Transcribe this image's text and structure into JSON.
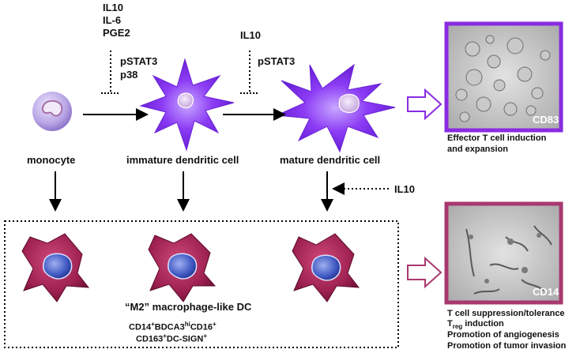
{
  "stimuli": {
    "line1": "IL10",
    "line2": "IL-6",
    "line3": "PGE2",
    "signal1": "pSTAT3",
    "signal2": "p38"
  },
  "stimuli2": {
    "line1": "IL10",
    "signal1": "pSTAT3"
  },
  "cells": {
    "monocyte": "monocyte",
    "immature": "immature dendritic cell",
    "mature": "mature dendritic cell"
  },
  "il10_side": "IL10",
  "macrophage": {
    "title": "“M2” macrophage-like DC",
    "m1_a": "CD14",
    "m1_a_sup": "+",
    "m1_b": "BDCA3",
    "m1_b_sup": "hi",
    "m1_c": "CD16",
    "m1_c_sup": "+",
    "m2_a": "CD163",
    "m2_a_sup": "+",
    "m2_b": "DC-SIGN",
    "m2_b_sup": "+"
  },
  "photos": {
    "top_tag": "CD83",
    "bottom_tag": "CD14",
    "top_color": "#8a2be2",
    "bottom_color": "#a8386f"
  },
  "outcomes_top": {
    "line1": "Effector T cell induction",
    "line2": "and expansion"
  },
  "outcomes_bottom": {
    "line1": "T cell suppression/tolerance",
    "line2_main": "T",
    "line2_sub": "reg",
    "line2_rest": " induction",
    "line3": "Promotion of angiogenesis",
    "line4": "Promotion of tumor invasion"
  },
  "colors": {
    "dc_purple": "#7b2ff0",
    "macrophage": "#9c2050",
    "monocyte": "#b9a6e6"
  }
}
